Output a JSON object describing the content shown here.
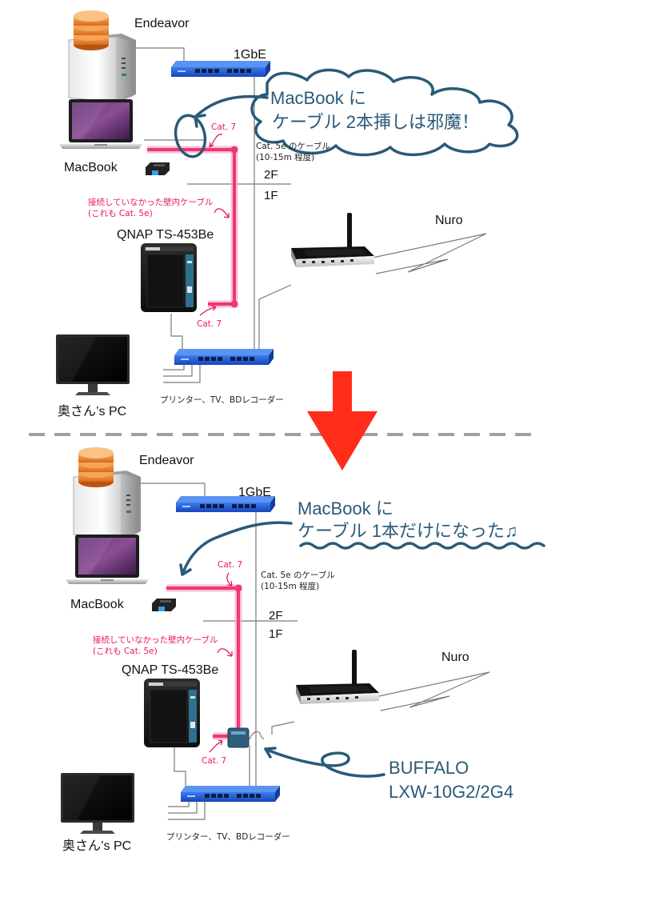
{
  "top": {
    "endeavor_label": "Endeavor",
    "switch_label": "1GbE",
    "macbook_label": "MacBook",
    "qnap_label": "QNAP TS-453Be",
    "nuro_label": "Nuro",
    "wife_pc_label": "奥さん’s PC",
    "printer_label": "プリンター、TV、BDレコーダー",
    "cat7_top": "Cat. 7",
    "cat7_bottom": "Cat. 7",
    "cat5e_line1": "Cat. 5e のケーブル",
    "cat5e_line2": "(10-15m 程度)",
    "floor_2f": "2F",
    "floor_1f": "1F",
    "wall_cable_line1": "接続していなかった壁内ケーブル",
    "wall_cable_line2": "(これも Cat. 5e)",
    "callout_line1": "MacBook に",
    "callout_line2": "ケーブル 2本挿しは邪魔！"
  },
  "bottom": {
    "endeavor_label": "Endeavor",
    "switch_label": "1GbE",
    "macbook_label": "MacBook",
    "qnap_label": "QNAP TS-453Be",
    "nuro_label": "Nuro",
    "wife_pc_label": "奥さん’s PC",
    "printer_label": "プリンター、TV、BDレコーダー",
    "cat7_top": "Cat. 7",
    "cat7_bottom": "Cat. 7",
    "cat5e_line1": "Cat. 5e のケーブル",
    "cat5e_line2": "(10-15m 程度)",
    "floor_2f": "2F",
    "floor_1f": "1F",
    "wall_cable_line1": "接続していなかった壁内ケーブル",
    "wall_cable_line2": "(これも Cat. 5e)",
    "callout_line1": "MacBook に",
    "callout_line2": "ケーブル 1本だけになった♫",
    "buffalo_line1": "BUFFALO",
    "buffalo_line2": "LXW-10G2/2G4"
  },
  "colors": {
    "switch_blue": "#1f5fd6",
    "cable_pink": "#f0357a",
    "annotation_red": "#e8185f",
    "callout_blue": "#2a5a78",
    "arrow_red": "#ff2d1a",
    "divider_gray": "#a0a0a0"
  }
}
